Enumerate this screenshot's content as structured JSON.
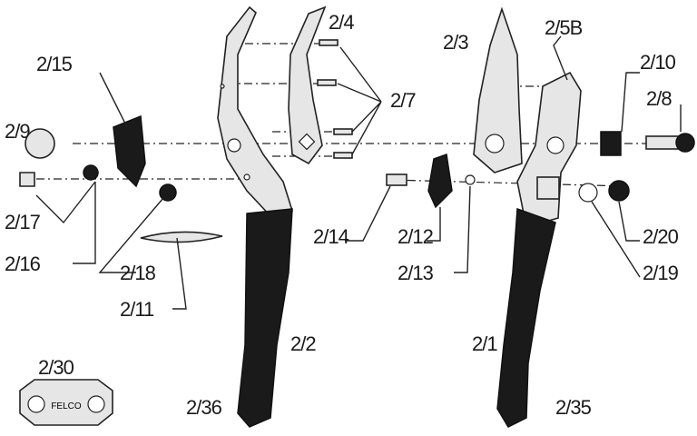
{
  "labels": {
    "p2_4": "2/4",
    "p2_3": "2/3",
    "p2_5B": "2/5B",
    "p2_10": "2/10",
    "p2_15": "2/15",
    "p2_7": "2/7",
    "p2_8": "2/8",
    "p2_9": "2/9",
    "p2_17": "2/17",
    "p2_16": "2/16",
    "p2_14": "2/14",
    "p2_12": "2/12",
    "p2_20": "2/20",
    "p2_18": "2/18",
    "p2_13": "2/13",
    "p2_19": "2/19",
    "p2_11": "2/11",
    "p2_2": "2/2",
    "p2_1": "2/1",
    "p2_30": "2/30",
    "p2_36": "2/36",
    "p2_35": "2/35"
  },
  "key_logo": "FELCO",
  "colors": {
    "handle": "#1a1a1a",
    "metal": "#e6e6e6"
  }
}
